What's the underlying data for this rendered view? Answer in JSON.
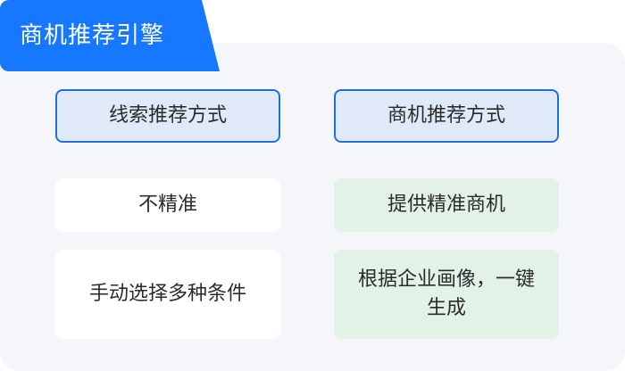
{
  "title": "商机推荐引擎",
  "columns": {
    "left": {
      "header": "线索推荐方式",
      "items": [
        "不精准",
        "手动选择多种条件"
      ]
    },
    "right": {
      "header": "商机推荐方式",
      "items": [
        "提供精准商机",
        "根据企业画像，一键生成"
      ]
    }
  },
  "colors": {
    "accent": "#1677ff",
    "header_bg": "#dfe9f8",
    "header_border": "#1d6fe6",
    "panel_bg": "#f4f6f9",
    "green_bg": "#e3f2e6",
    "text": "#2b2b2b"
  }
}
